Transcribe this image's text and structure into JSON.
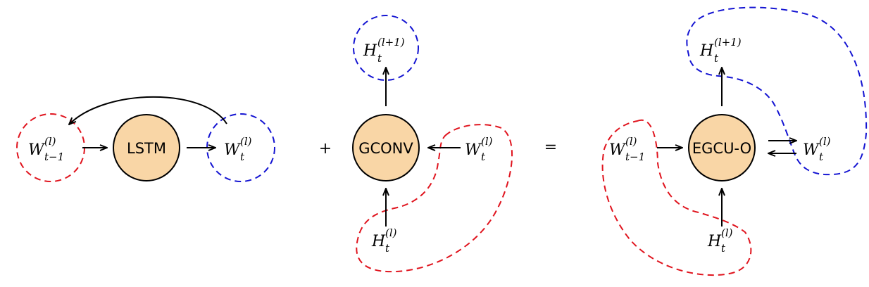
{
  "nodes": {
    "lstm": "LSTM",
    "gconv": "GCONV",
    "egcu": "EGCU-O"
  },
  "operators": {
    "plus": "+",
    "equals": "="
  },
  "labels": {
    "w_prev": {
      "main": "W",
      "sup": "(l)",
      "sub": "t−1"
    },
    "w_t": {
      "main": "W",
      "sup": "(l)",
      "sub": "t"
    },
    "h_t": {
      "main": "H",
      "sup": "(l)",
      "sub": "t"
    },
    "h_next": {
      "main": "H",
      "sup": "(l+1)",
      "sub": "t"
    }
  },
  "colors": {
    "node_fill": "#f9d6a6",
    "dashed_red": "#e0141e",
    "dashed_blue": "#1414d2",
    "edges": "#000000"
  }
}
